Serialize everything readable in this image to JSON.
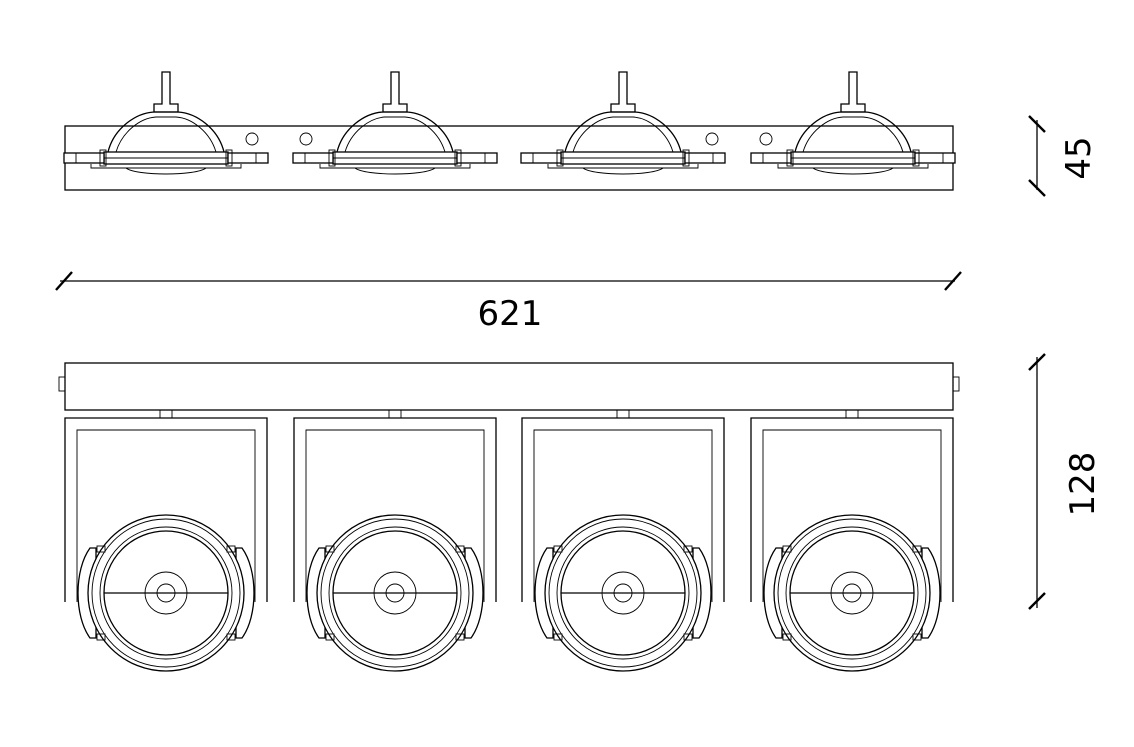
{
  "diagram": {
    "dimensions": {
      "width": "621",
      "depth": "45",
      "height": "128"
    },
    "fixture": {
      "spot_count": 4
    },
    "colors": {
      "line": "#000000",
      "background": "#ffffff"
    }
  }
}
